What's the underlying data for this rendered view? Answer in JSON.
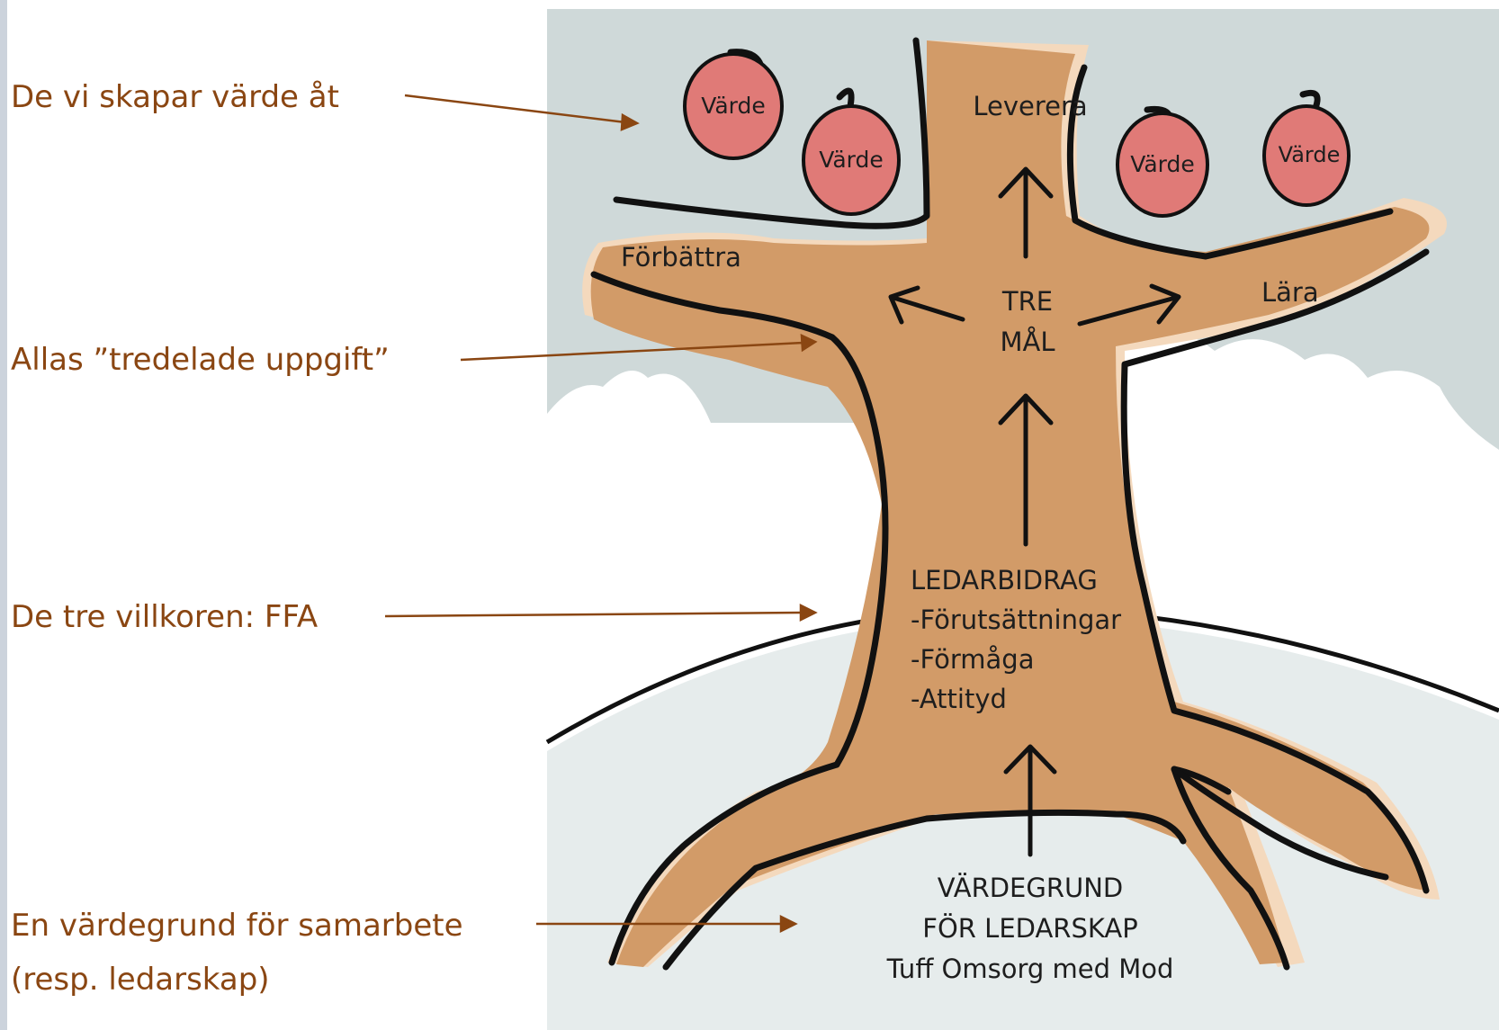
{
  "annotations": {
    "recipients": "De vi skapar värde åt",
    "task": "Allas ”tredelade uppgift”",
    "conditions": "De tre villkoren: FFA",
    "foundation_line1": "En värdegrund för samarbete",
    "foundation_line2": "(resp. ledarskap)"
  },
  "tree": {
    "apple_label": "Värde",
    "top_goal": "Leverera",
    "left_goal": "Förbättra",
    "right_goal": "Lära",
    "center_line1": "TRE",
    "center_line2": "MÅL",
    "contribution_title": "LEDARBIDRAG",
    "contribution_items": [
      "-Förutsättningar",
      "-Förmåga",
      "-Attityd"
    ],
    "root_line1": "VÄRDEGRUND",
    "root_line2": "FÖR LEDARSKAP",
    "root_line3": "Tuff Omsorg med Mod"
  },
  "colors": {
    "annotation_text": "#8a4612",
    "sky": "#cfd9d9",
    "ground": "#e6ecec",
    "trunk": "#d29b68",
    "trunk_highlight": "#f4d9bd",
    "apple": "#e07a77",
    "outline": "#111111"
  }
}
